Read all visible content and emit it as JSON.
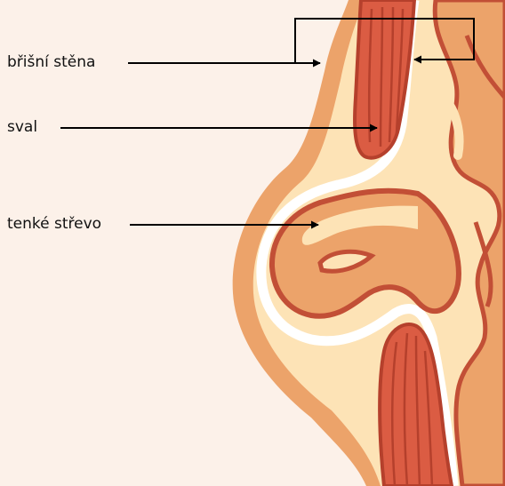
{
  "labels": {
    "abdominal_wall": "břišní stěna",
    "muscle": "sval",
    "small_intestine": "tenké střevo"
  },
  "colors": {
    "background": "#fcf1e9",
    "skin": "#eca36a",
    "fat": "#fde3b6",
    "intestine": "#eca36a",
    "intestine_outline": "#c24f36",
    "muscle": "#db5c43",
    "muscle_dark": "#b5402c",
    "peritoneum": "#ffffff",
    "leader": "#000000"
  }
}
